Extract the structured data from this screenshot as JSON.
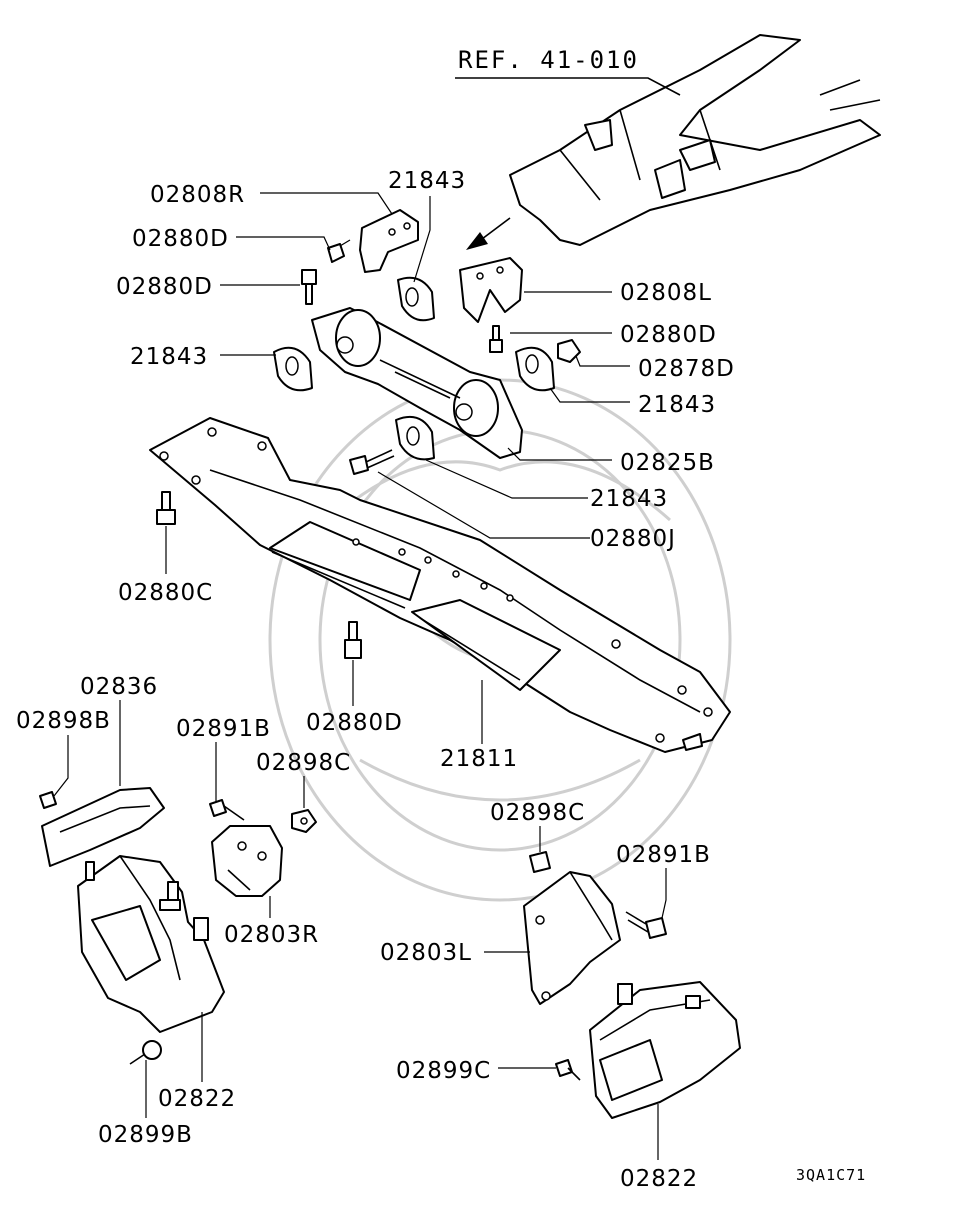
{
  "reference": "REF. 41-010",
  "drawing_code": "3QA1C71",
  "callouts": {
    "c02808R": "02808R",
    "c02880D_a": "02880D",
    "c02880D_b": "02880D",
    "c21843_top": "21843",
    "c21843_left": "21843",
    "c02808L": "02808L",
    "c02880D_c": "02880D",
    "c02878D": "02878D",
    "c21843_right": "21843",
    "c02825B": "02825B",
    "c21843_mid": "21843",
    "c02880J": "02880J",
    "c02880C": "02880C",
    "c02836": "02836",
    "c02898B": "02898B",
    "c02891B_left": "02891B",
    "c02880D_d": "02880D",
    "c02898C_left": "02898C",
    "c21811": "21811",
    "c02898C_right": "02898C",
    "c02891B_right": "02891B",
    "c02803R": "02803R",
    "c02803L": "02803L",
    "c02822_left": "02822",
    "c02899C": "02899C",
    "c02899B": "02899B",
    "c02822_right": "02822"
  }
}
